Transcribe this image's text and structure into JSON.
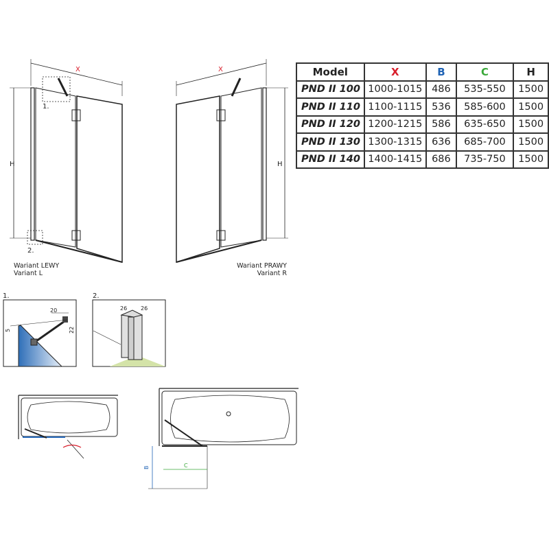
{
  "table": {
    "headers": [
      "Model",
      "X",
      "B",
      "C",
      "H"
    ],
    "header_colors": {
      "X": "#d81e2b",
      "B": "#1f63b5",
      "C": "#3aa83a"
    },
    "rows": [
      [
        "PND II 100",
        "1000-1015",
        "486",
        "535-550",
        "1500"
      ],
      [
        "PND II 110",
        "1100-1115",
        "536",
        "585-600",
        "1500"
      ],
      [
        "PND II 120",
        "1200-1215",
        "586",
        "635-650",
        "1500"
      ],
      [
        "PND II 130",
        "1300-1315",
        "636",
        "685-700",
        "1500"
      ],
      [
        "PND II 140",
        "1400-1415",
        "686",
        "735-750",
        "1500"
      ]
    ]
  },
  "left_drawing": {
    "width_label": "X",
    "height_label": "H",
    "detail1": "1.",
    "detail2": "2.",
    "variant_pl": "Wariant LEWY",
    "variant_en": "Variant L"
  },
  "right_drawing": {
    "width_label": "X",
    "height_label": "H",
    "variant_pl": "Wariant PRAWY",
    "variant_en": "Variant R"
  },
  "detail1": {
    "label": "1.",
    "dim_top": "20",
    "dim_left": "5",
    "dim_right": "22"
  },
  "detail2": {
    "label": "2.",
    "dim_a": "26",
    "dim_b": "26"
  },
  "plan": {
    "dim_b": "B",
    "dim_c": "C",
    "color_b": "#1f63b5",
    "color_c": "#3aa83a"
  }
}
